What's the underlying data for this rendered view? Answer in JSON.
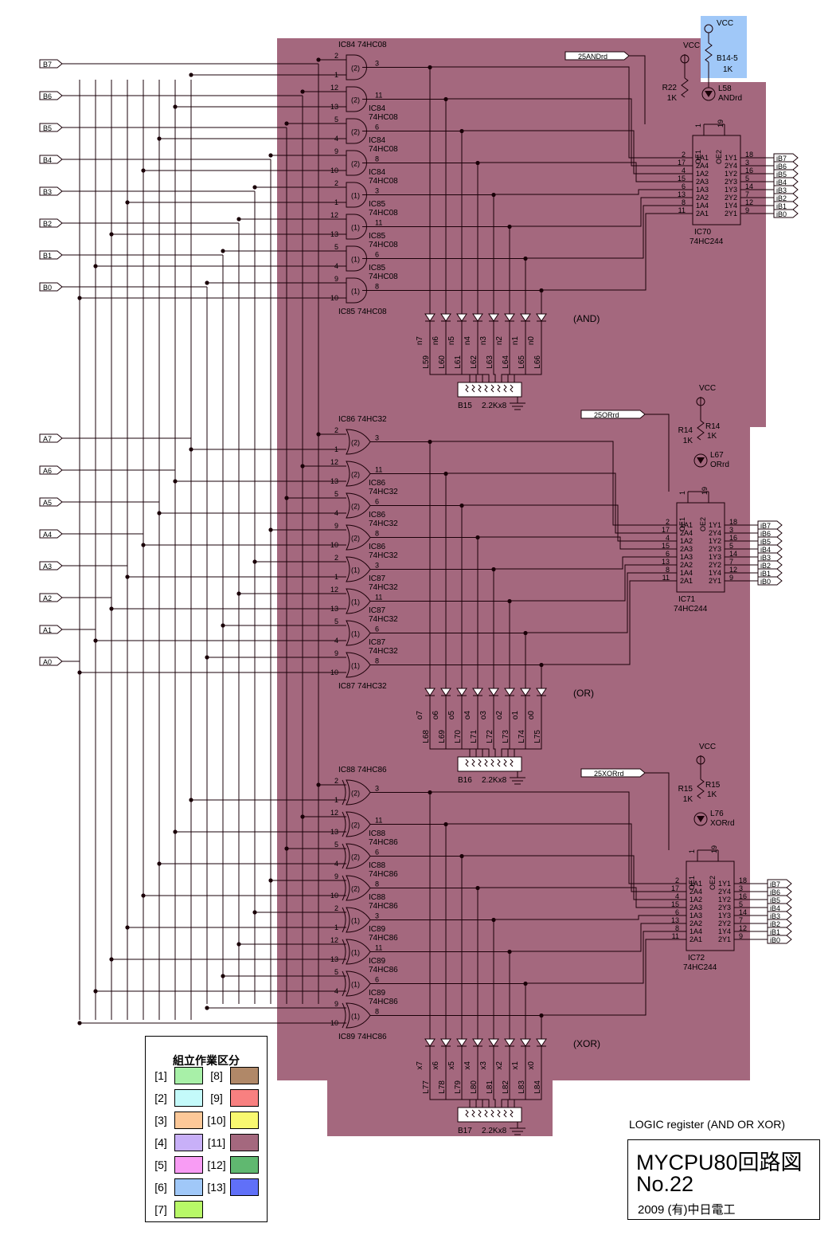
{
  "colors": {
    "board": "#a4687e",
    "vcc_area": "#a0c8f8",
    "wire": "#1a0008"
  },
  "inputs_b": [
    "B7",
    "B6",
    "B5",
    "B4",
    "B3",
    "B2",
    "B1",
    "B0"
  ],
  "inputs_a": [
    "A7",
    "A6",
    "A5",
    "A4",
    "A3",
    "A2",
    "A1",
    "A0"
  ],
  "outputs": [
    "iB7",
    "iB6",
    "iB5",
    "iB4",
    "iB3",
    "iB2",
    "iB1",
    "iB0"
  ],
  "sections": [
    {
      "gate_labels": [
        "IC84 74HC08",
        "IC84\n74HC08",
        "IC84\n74HC08",
        "IC84\n74HC08",
        "IC85\n74HC08",
        "IC85\n74HC08",
        "IC85\n74HC08",
        "IC85 74HC08"
      ],
      "gate_units": [
        "(2)",
        "(2)",
        "(2)",
        "(2)",
        "(1)",
        "(1)",
        "(1)",
        "(1)"
      ],
      "gate_pins": [
        [
          "2",
          "1",
          "3"
        ],
        [
          "12",
          "13",
          "11"
        ],
        [
          "5",
          "4",
          "6"
        ],
        [
          "9",
          "10",
          "8"
        ],
        [
          "2",
          "1",
          "3"
        ],
        [
          "12",
          "13",
          "11"
        ],
        [
          "5",
          "4",
          "6"
        ],
        [
          "9",
          "10",
          "8"
        ]
      ],
      "led_nets": [
        "n7",
        "n6",
        "n5",
        "n4",
        "n3",
        "n2",
        "n1",
        "n0"
      ],
      "leds": [
        "L59",
        "L60",
        "L61",
        "L62",
        "L63",
        "L64",
        "L65",
        "L66"
      ],
      "mode_label": "(AND)",
      "resistor_array": "B15",
      "resistor_value": "2.2Kx8",
      "read_signal": "25ANDrd",
      "vcc": "VCC",
      "pullup": "R22",
      "pullup_value": "1K",
      "indicator": "L58",
      "indicator_label": "ANDrd",
      "buffer": "IC70",
      "buffer_type": "74HC244"
    },
    {
      "gate_labels": [
        "IC86 74HC32",
        "IC86\n74HC32",
        "IC86\n74HC32",
        "IC86\n74HC32",
        "IC87\n74HC32",
        "IC87\n74HC32",
        "IC87\n74HC32",
        "IC87 74HC32"
      ],
      "gate_units": [
        "(2)",
        "(2)",
        "(2)",
        "(2)",
        "(1)",
        "(1)",
        "(1)",
        "(1)"
      ],
      "gate_pins": [
        [
          "2",
          "1",
          "3"
        ],
        [
          "12",
          "13",
          "11"
        ],
        [
          "5",
          "4",
          "6"
        ],
        [
          "9",
          "10",
          "8"
        ],
        [
          "2",
          "1",
          "3"
        ],
        [
          "12",
          "13",
          "11"
        ],
        [
          "5",
          "4",
          "6"
        ],
        [
          "9",
          "10",
          "8"
        ]
      ],
      "led_nets": [
        "o7",
        "o6",
        "o5",
        "o4",
        "o3",
        "o2",
        "o1",
        "o0"
      ],
      "leds": [
        "L68",
        "L69",
        "L70",
        "L71",
        "L72",
        "L73",
        "L74",
        "L75"
      ],
      "mode_label": "(OR)",
      "resistor_array": "B16",
      "resistor_value": "2.2Kx8",
      "read_signal": "25ORrd",
      "vcc": "VCC",
      "pullup": "R14",
      "pullup_value": "1K",
      "indicator": "L67",
      "indicator_label": "ORrd",
      "buffer": "IC71",
      "buffer_type": "74HC244"
    },
    {
      "gate_labels": [
        "IC88 74HC86",
        "IC88\n74HC86",
        "IC88\n74HC86",
        "IC88\n74HC86",
        "IC89\n74HC86",
        "IC89\n74HC86",
        "IC89\n74HC86",
        "IC89 74HC86"
      ],
      "gate_units": [
        "(2)",
        "(2)",
        "(2)",
        "(2)",
        "(1)",
        "(1)",
        "(1)",
        "(1)"
      ],
      "gate_pins": [
        [
          "2",
          "1",
          "3"
        ],
        [
          "12",
          "13",
          "11"
        ],
        [
          "5",
          "4",
          "6"
        ],
        [
          "9",
          "10",
          "8"
        ],
        [
          "2",
          "1",
          "3"
        ],
        [
          "12",
          "13",
          "11"
        ],
        [
          "5",
          "4",
          "6"
        ],
        [
          "9",
          "10",
          "8"
        ]
      ],
      "led_nets": [
        "x7",
        "x6",
        "x5",
        "x4",
        "x3",
        "x2",
        "x1",
        "x0"
      ],
      "leds": [
        "L77",
        "L78",
        "L79",
        "L80",
        "L81",
        "L82",
        "L83",
        "L84"
      ],
      "mode_label": "(XOR)",
      "resistor_array": "B17",
      "resistor_value": "2.2Kx8",
      "read_signal": "25XORrd",
      "vcc": "VCC",
      "pullup": "R15",
      "pullup_value": "1K",
      "indicator": "L76",
      "indicator_label": "XORrd",
      "buffer": "IC72",
      "buffer_type": "74HC244"
    }
  ],
  "buffer_pins": {
    "left_pins": [
      "2",
      "17",
      "4",
      "15",
      "6",
      "13",
      "8",
      "11"
    ],
    "left_names": [
      "1A1",
      "2A4",
      "1A2",
      "2A3",
      "1A3",
      "2A2",
      "1A4",
      "2A1"
    ],
    "right_pins": [
      "18",
      "3",
      "16",
      "5",
      "14",
      "7",
      "12",
      "9"
    ],
    "right_names": [
      "1Y1",
      "2Y4",
      "1Y2",
      "2Y3",
      "1Y3",
      "2Y2",
      "1Y4",
      "2Y1"
    ],
    "enable_names": [
      "OE1",
      "OE2"
    ],
    "enable_pins": [
      "1",
      "19"
    ]
  },
  "top_vcc": {
    "vcc": "VCC",
    "resistor": "B14-5",
    "value": "1K"
  },
  "legend": {
    "title": "組立作業区分",
    "items": [
      {
        "label": "[1]",
        "color": "#a8f0a8"
      },
      {
        "label": "[2]",
        "color": "#c4fafa"
      },
      {
        "label": "[3]",
        "color": "#fcc898"
      },
      {
        "label": "[4]",
        "color": "#c8b0f8"
      },
      {
        "label": "[5]",
        "color": "#f89cf4"
      },
      {
        "label": "[6]",
        "color": "#a0c8f8"
      },
      {
        "label": "[7]",
        "color": "#b8f868"
      },
      {
        "label": "[8]",
        "color": "#b08868"
      },
      {
        "label": "[9]",
        "color": "#f88080"
      },
      {
        "label": "[10]",
        "color": "#f8f870"
      },
      {
        "label": "[11]",
        "color": "#a4687e"
      },
      {
        "label": "[12]",
        "color": "#60b870"
      },
      {
        "label": "[13]",
        "color": "#6070f8"
      }
    ]
  },
  "note": "LOGIC register (AND OR XOR)",
  "title_block": {
    "title": "MYCPU80回路図",
    "number": "No.22",
    "footer": "2009 (有)中日電工"
  }
}
